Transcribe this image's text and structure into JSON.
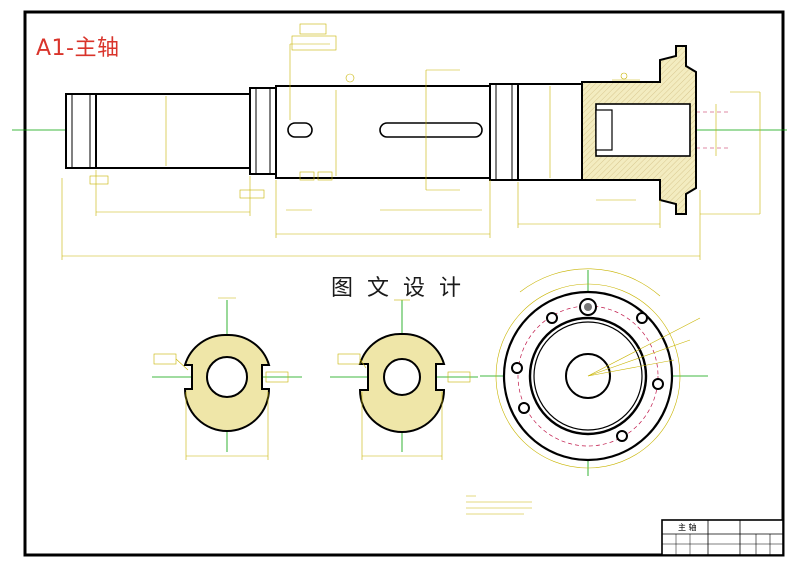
{
  "sheet": {
    "label": "A1-主轴",
    "watermark": "图文设计",
    "border_color": "#000000"
  },
  "colors": {
    "outline": "#000000",
    "centerline": "#00a000",
    "dimension": "#c8b400",
    "hatch": "#efe6a8",
    "hidden": "#c0184a"
  },
  "title_block": {
    "name": "主  轴"
  }
}
